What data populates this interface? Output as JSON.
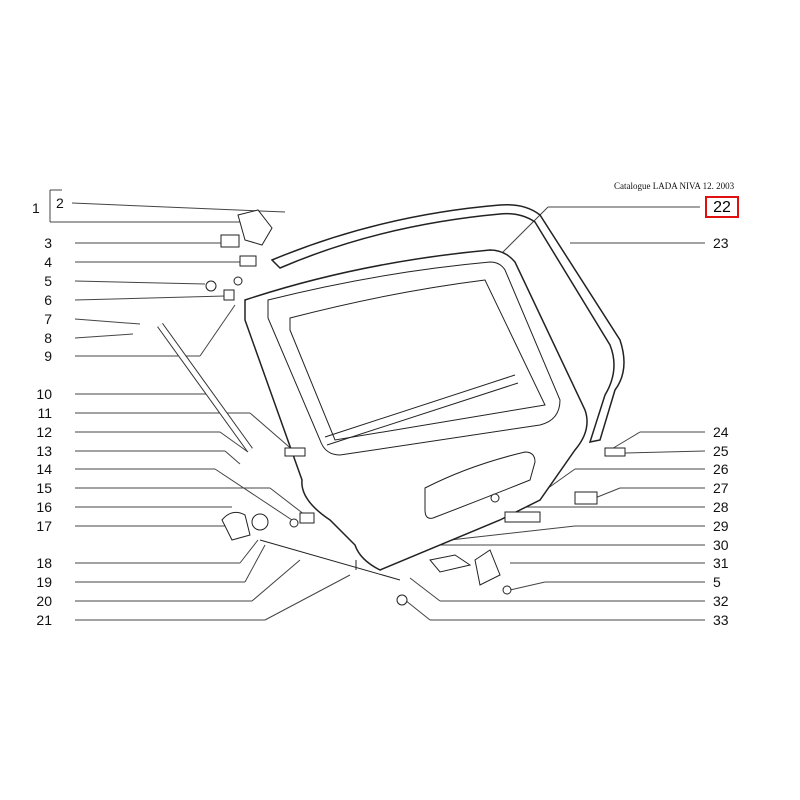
{
  "caption": "Catalogue LADA NIVA 12. 2003",
  "reference_number": "22",
  "accent_color": "#e01010",
  "left_labels": [
    "1",
    "2",
    "3",
    "4",
    "5",
    "6",
    "7",
    "8",
    "9",
    "10",
    "11",
    "12",
    "13",
    "14",
    "15",
    "16",
    "17",
    "18",
    "19",
    "20",
    "21"
  ],
  "right_labels": [
    "23",
    "24",
    "25",
    "26",
    "27",
    "28",
    "29",
    "30",
    "31",
    "5",
    "32",
    "33"
  ]
}
